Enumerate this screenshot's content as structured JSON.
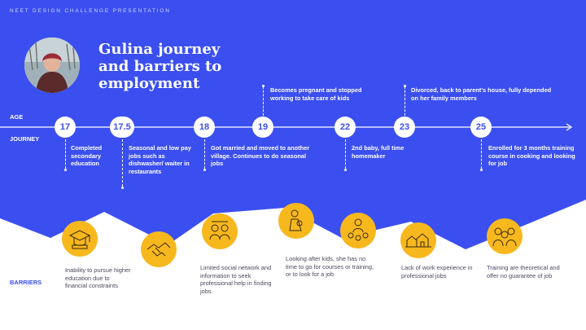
{
  "header": "NEET DESIGN CHALLENGE PRESENTATION",
  "title": "Gulina journey and barriers to employment",
  "labels": {
    "age": "AGE",
    "journey": "JOURNEY",
    "barriers": "BARRIERS"
  },
  "ages": [
    "17",
    "17.5",
    "18",
    "19",
    "22",
    "23",
    "25"
  ],
  "events": {
    "e17": "Completed secondary education",
    "e17_5": "Seasonal and low pay jobs such as dishwasher/ waiter in restaurants",
    "e18": "Got married and moved to another village. Continues to do seasonal jobs",
    "e19": "Becomes pregnant and stopped working to take care of kids",
    "e22": "2nd baby, full time homemaker",
    "e23": "Divorced, back to parent's house, fully depended on her family members",
    "e25": "Enrolled for 3 months training course in cooking and looking for job"
  },
  "barriers": [
    {
      "icon": "graduation-cap-icon",
      "text": "Inability to pursue higher education due to financial constraints"
    },
    {
      "icon": "handshake-icon",
      "text": ""
    },
    {
      "icon": "people-network-icon",
      "text": "Limited social network and information to seek professional help in finding jobs"
    },
    {
      "icon": "mother-child-icon",
      "text": "Looking after kids, she has no time to go for courses or training, or to look for a job"
    },
    {
      "icon": "family-icon",
      "text": ""
    },
    {
      "icon": "village-houses-icon",
      "text": "Lack of work experience in professional jobs"
    },
    {
      "icon": "trainees-icon",
      "text": "Training are theoretical and offer no guarantee of job"
    }
  ],
  "colors": {
    "primary": "#3b4ff0",
    "accent": "#f7b81e",
    "text_dark": "#4a4a5e"
  }
}
